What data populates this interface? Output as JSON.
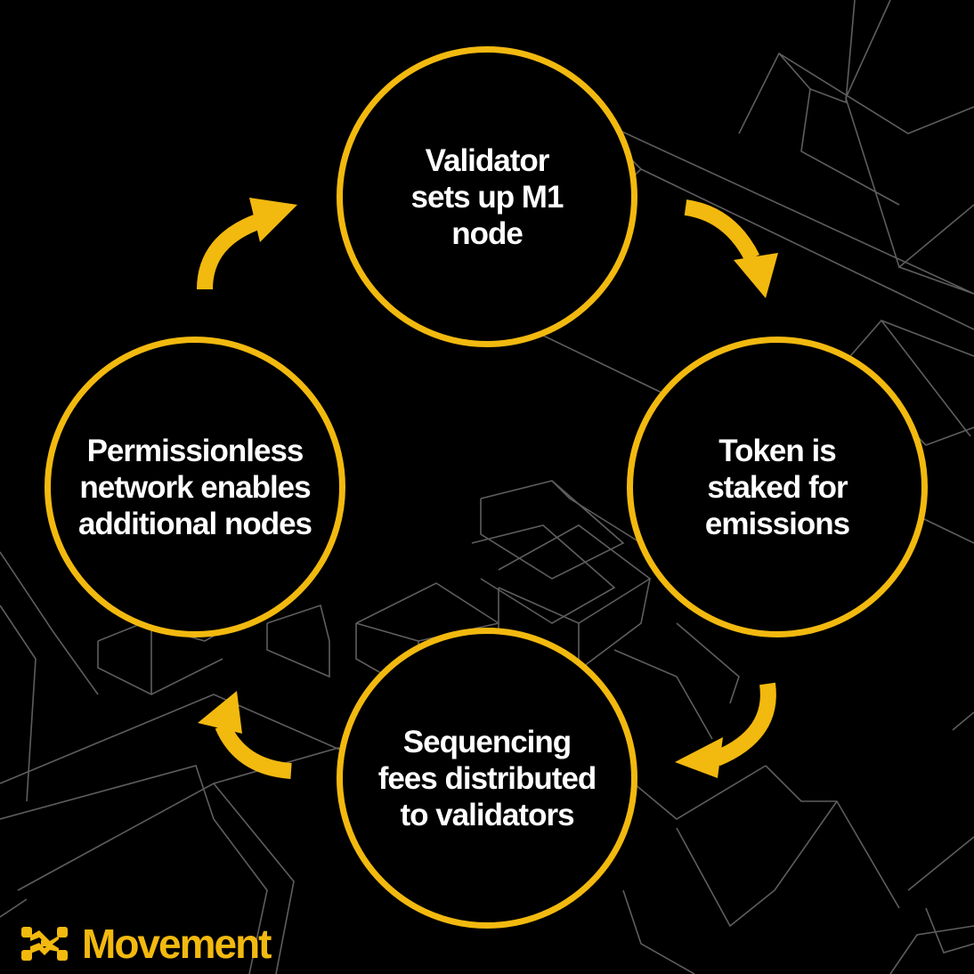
{
  "colors": {
    "accent": "#f2b90f",
    "background": "#000000",
    "text": "#ffffff",
    "line": "#6a6a6a"
  },
  "nodes": [
    {
      "id": "validator",
      "label": "Validator\nsets up M1\nnode"
    },
    {
      "id": "token",
      "label": "Token is\nstaked for\nemissions"
    },
    {
      "id": "sequencing",
      "label": "Sequencing\nfees distributed\nto validators"
    },
    {
      "id": "permissionless",
      "label": "Permissionless\nnetwork enables\nadditional nodes"
    }
  ],
  "arrows": [
    {
      "from": "validator",
      "to": "token",
      "icon": "curved-arrow-icon"
    },
    {
      "from": "token",
      "to": "sequencing",
      "icon": "curved-arrow-icon"
    },
    {
      "from": "sequencing",
      "to": "permissionless",
      "icon": "curved-arrow-icon"
    },
    {
      "from": "permissionless",
      "to": "validator",
      "icon": "curved-arrow-icon"
    }
  ],
  "brand": {
    "name": "Movement",
    "icon": "movement-logo-icon"
  }
}
